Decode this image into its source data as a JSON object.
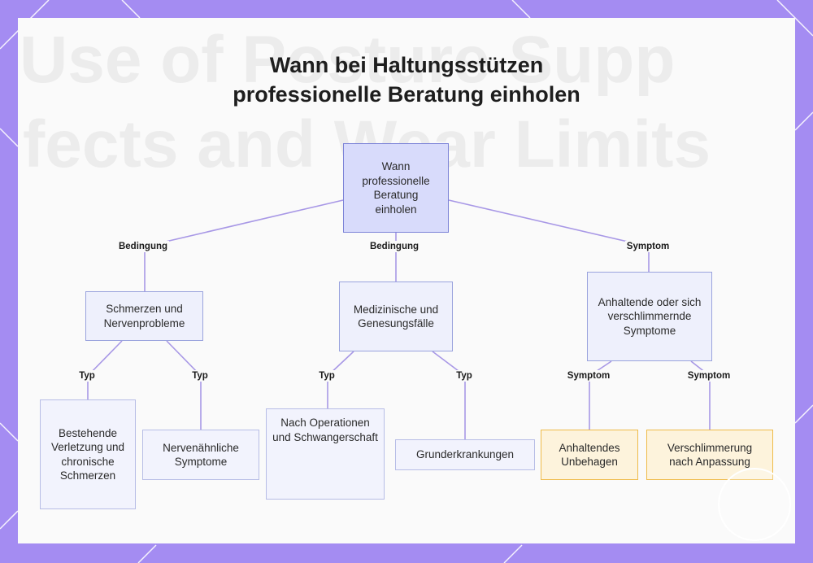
{
  "watermark": {
    "line1": "Use of Posture Supp",
    "line2": "fects and Wear Limits"
  },
  "title": {
    "line1": "Wann bei Haltungsstützen",
    "line2": "professionelle Beratung einholen"
  },
  "nodes": {
    "root": "Wann professionelle Beratung einholen",
    "pain": "Schmerzen und Nervenprobleme",
    "medical": "Medizinische und Genesungsfälle",
    "persistent": "Anhaltende oder sich verschlimmernde Symptome",
    "injury": "Bestehende Verletzung und chronische Schmerzen",
    "nerve": "Nervenähnliche Symptome",
    "surgery": "Nach Operationen und Schwangerschaft",
    "underlying": "Grunderkrankungen",
    "discomfort": "Anhaltendes Unbehagen",
    "worsening": "Verschlimmerung nach Anpassung"
  },
  "edges": {
    "condition_left": "Bedingung",
    "condition_middle": "Bedingung",
    "symptom_right": "Symptom",
    "type_injury": "Typ",
    "type_nerve": "Typ",
    "type_surgery": "Typ",
    "type_underlying": "Typ",
    "symptom_discomfort": "Symptom",
    "symptom_worsening": "Symptom"
  },
  "colors": {
    "frame": "#a48cf2",
    "root_fill": "#d8dbfb",
    "node_fill": "#eef0fc",
    "symptom_fill": "#fdf3dc",
    "symptom_border": "#efbb4a",
    "link": "#a898e6"
  }
}
